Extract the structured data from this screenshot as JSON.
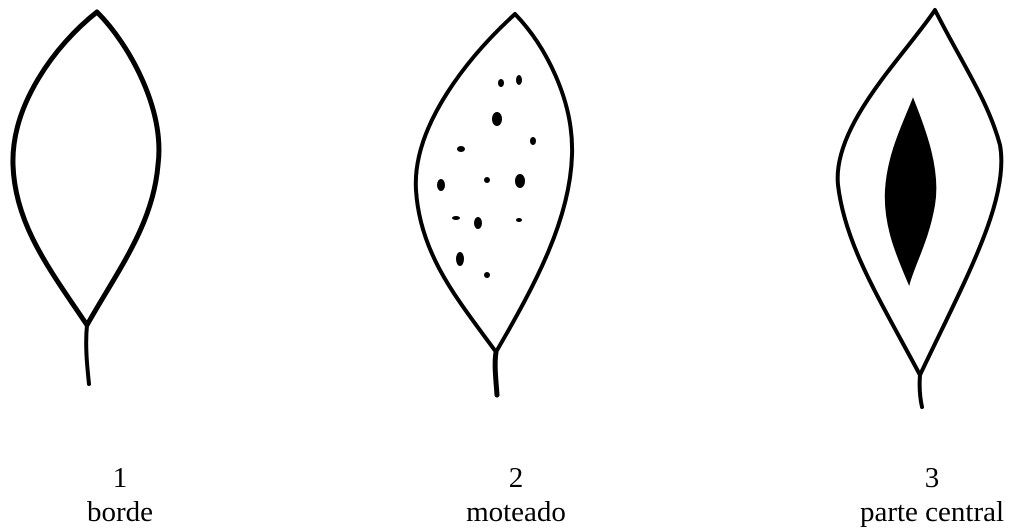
{
  "figure": {
    "items": [
      {
        "number": "1",
        "label": "borde"
      },
      {
        "number": "2",
        "label": "moteado"
      },
      {
        "number": "3",
        "label": "parte central"
      }
    ]
  },
  "colors": {
    "ink": "#000000",
    "background": "#ffffff"
  }
}
